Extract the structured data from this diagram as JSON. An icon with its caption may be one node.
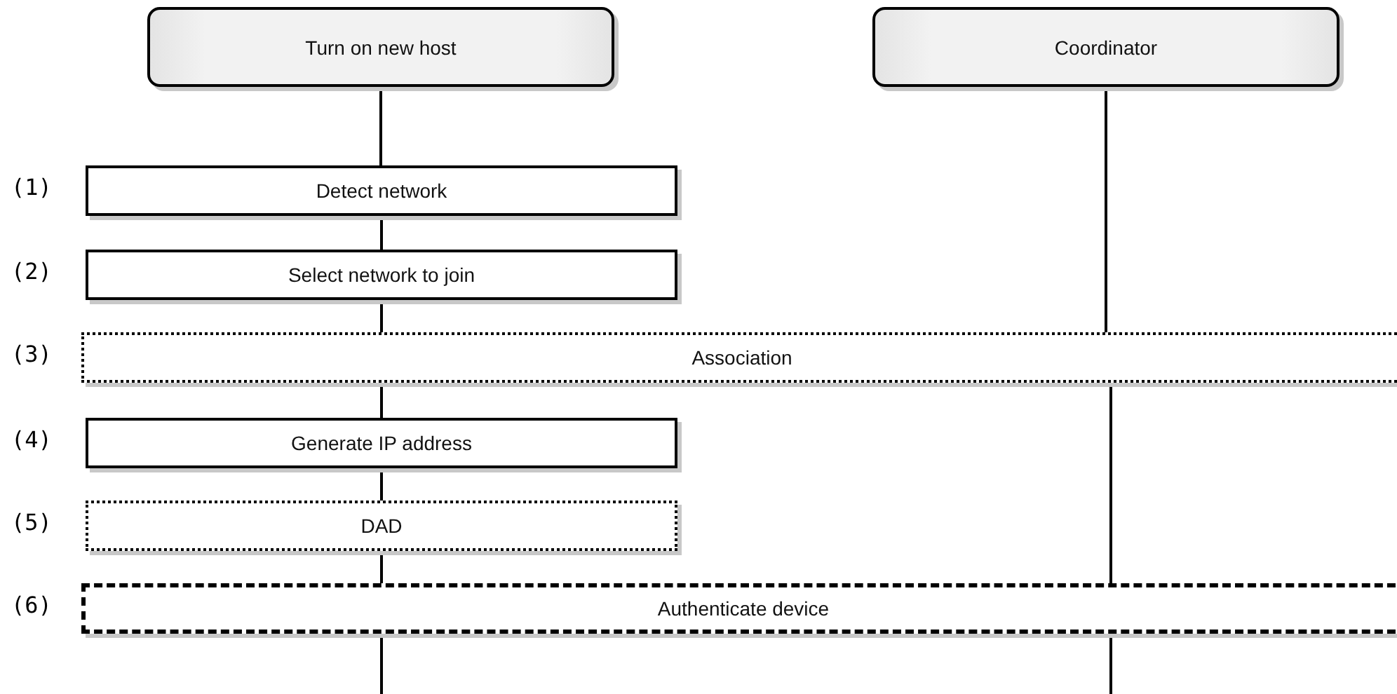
{
  "diagram": {
    "nodes": [
      {
        "text": [
          "Turn on new host"
        ]
      },
      {
        "text": [
          "Coordinator"
        ]
      },
      {
        "text": [
          "Detect network"
        ],
        "beside": [
          "(1)"
        ]
      },
      {
        "text": [
          "Select network to join"
        ],
        "beside": [
          "(2)"
        ]
      },
      {
        "text": [
          "Association"
        ],
        "beside": [
          "(3)"
        ]
      },
      {
        "text": [
          "Generate IP address"
        ],
        "beside": [
          "(4)"
        ]
      },
      {
        "text": [
          "DAD"
        ],
        "beside": [
          "(5)"
        ]
      },
      {
        "text": [
          "Authenticate device"
        ],
        "beside": [
          "(6)"
        ]
      }
    ],
    "edges": [
      {
        "from": 0,
        "to": 2,
        "arrow": "none"
      },
      {
        "from": 2,
        "to": 3,
        "arrow": "none"
      },
      {
        "from": 3,
        "to": 4,
        "arrow": "none"
      },
      {
        "from": 4,
        "to": 5,
        "arrow": "none"
      },
      {
        "from": 5,
        "to": 6,
        "arrow": "none"
      },
      {
        "from": 6,
        "to": 7,
        "arrow": "none"
      },
      {
        "from": 7,
        "to": null,
        "arrow": "none"
      },
      {
        "from": 1,
        "to": 4,
        "arrow": "none"
      },
      {
        "from": 4,
        "to": 7,
        "arrow": "none"
      },
      {
        "from": 7,
        "to": null,
        "arrow": "none"
      }
    ]
  }
}
